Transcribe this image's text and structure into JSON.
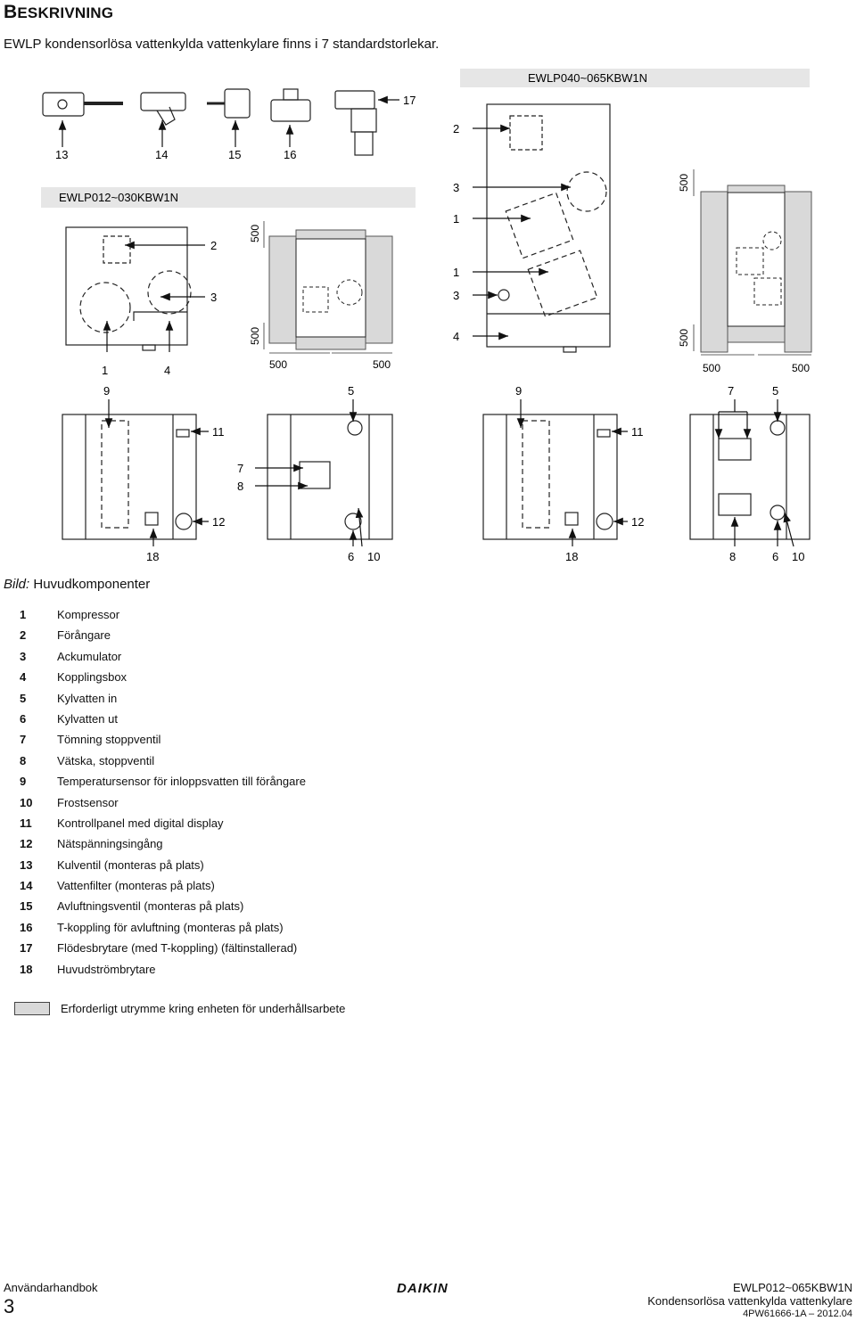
{
  "header": {
    "title_cap": "B",
    "title_rest": "ESKRIVNING",
    "intro": "EWLP kondensorlösa vattenkylda vattenkylare finns i 7 standardstorlekar."
  },
  "figure": {
    "model_small": "EWLP012~030KBW1N",
    "model_large": "EWLP040~065KBW1N",
    "dim_500": "500",
    "labels": [
      "1",
      "2",
      "3",
      "4",
      "5",
      "6",
      "7",
      "8",
      "9",
      "10",
      "11",
      "12",
      "13",
      "14",
      "15",
      "16",
      "17",
      "18"
    ]
  },
  "caption": {
    "prefix": "Bild:",
    "text": "Huvudkomponenter"
  },
  "legend": [
    {
      "num": "1",
      "text": "Kompressor"
    },
    {
      "num": "2",
      "text": "Förångare"
    },
    {
      "num": "3",
      "text": "Ackumulator"
    },
    {
      "num": "4",
      "text": "Kopplingsbox"
    },
    {
      "num": "5",
      "text": "Kylvatten in"
    },
    {
      "num": "6",
      "text": "Kylvatten ut"
    },
    {
      "num": "7",
      "text": "Tömning stoppventil"
    },
    {
      "num": "8",
      "text": "Vätska, stoppventil"
    },
    {
      "num": "9",
      "text": "Temperatursensor för inloppsvatten till förångare"
    },
    {
      "num": "10",
      "text": "Frostsensor"
    },
    {
      "num": "11",
      "text": "Kontrollpanel med digital display"
    },
    {
      "num": "12",
      "text": "Nätspänningsingång"
    },
    {
      "num": "13",
      "text": "Kulventil (monteras på plats)"
    },
    {
      "num": "14",
      "text": "Vattenfilter (monteras på plats)"
    },
    {
      "num": "15",
      "text": "Avluftningsventil (monteras på plats)"
    },
    {
      "num": "16",
      "text": "T-koppling för avluftning (monteras på plats)"
    },
    {
      "num": "17",
      "text": "Flödesbrytare (med T-koppling) (fältinstallerad)"
    },
    {
      "num": "18",
      "text": "Huvudströmbrytare"
    }
  ],
  "service_note": "Erforderligt utrymme kring enheten för underhållsarbete",
  "footer": {
    "handbook": "Användarhandbok",
    "page": "3",
    "logo": "DAIKIN",
    "model": "EWLP012~065KBW1N",
    "desc": "Kondensorlösa vattenkylda vattenkylare",
    "code": "4PW61666-1A – 2012.04"
  },
  "colors": {
    "service_area": "#d9d9d9",
    "line": "#222222",
    "band": "#e6e6e6"
  }
}
